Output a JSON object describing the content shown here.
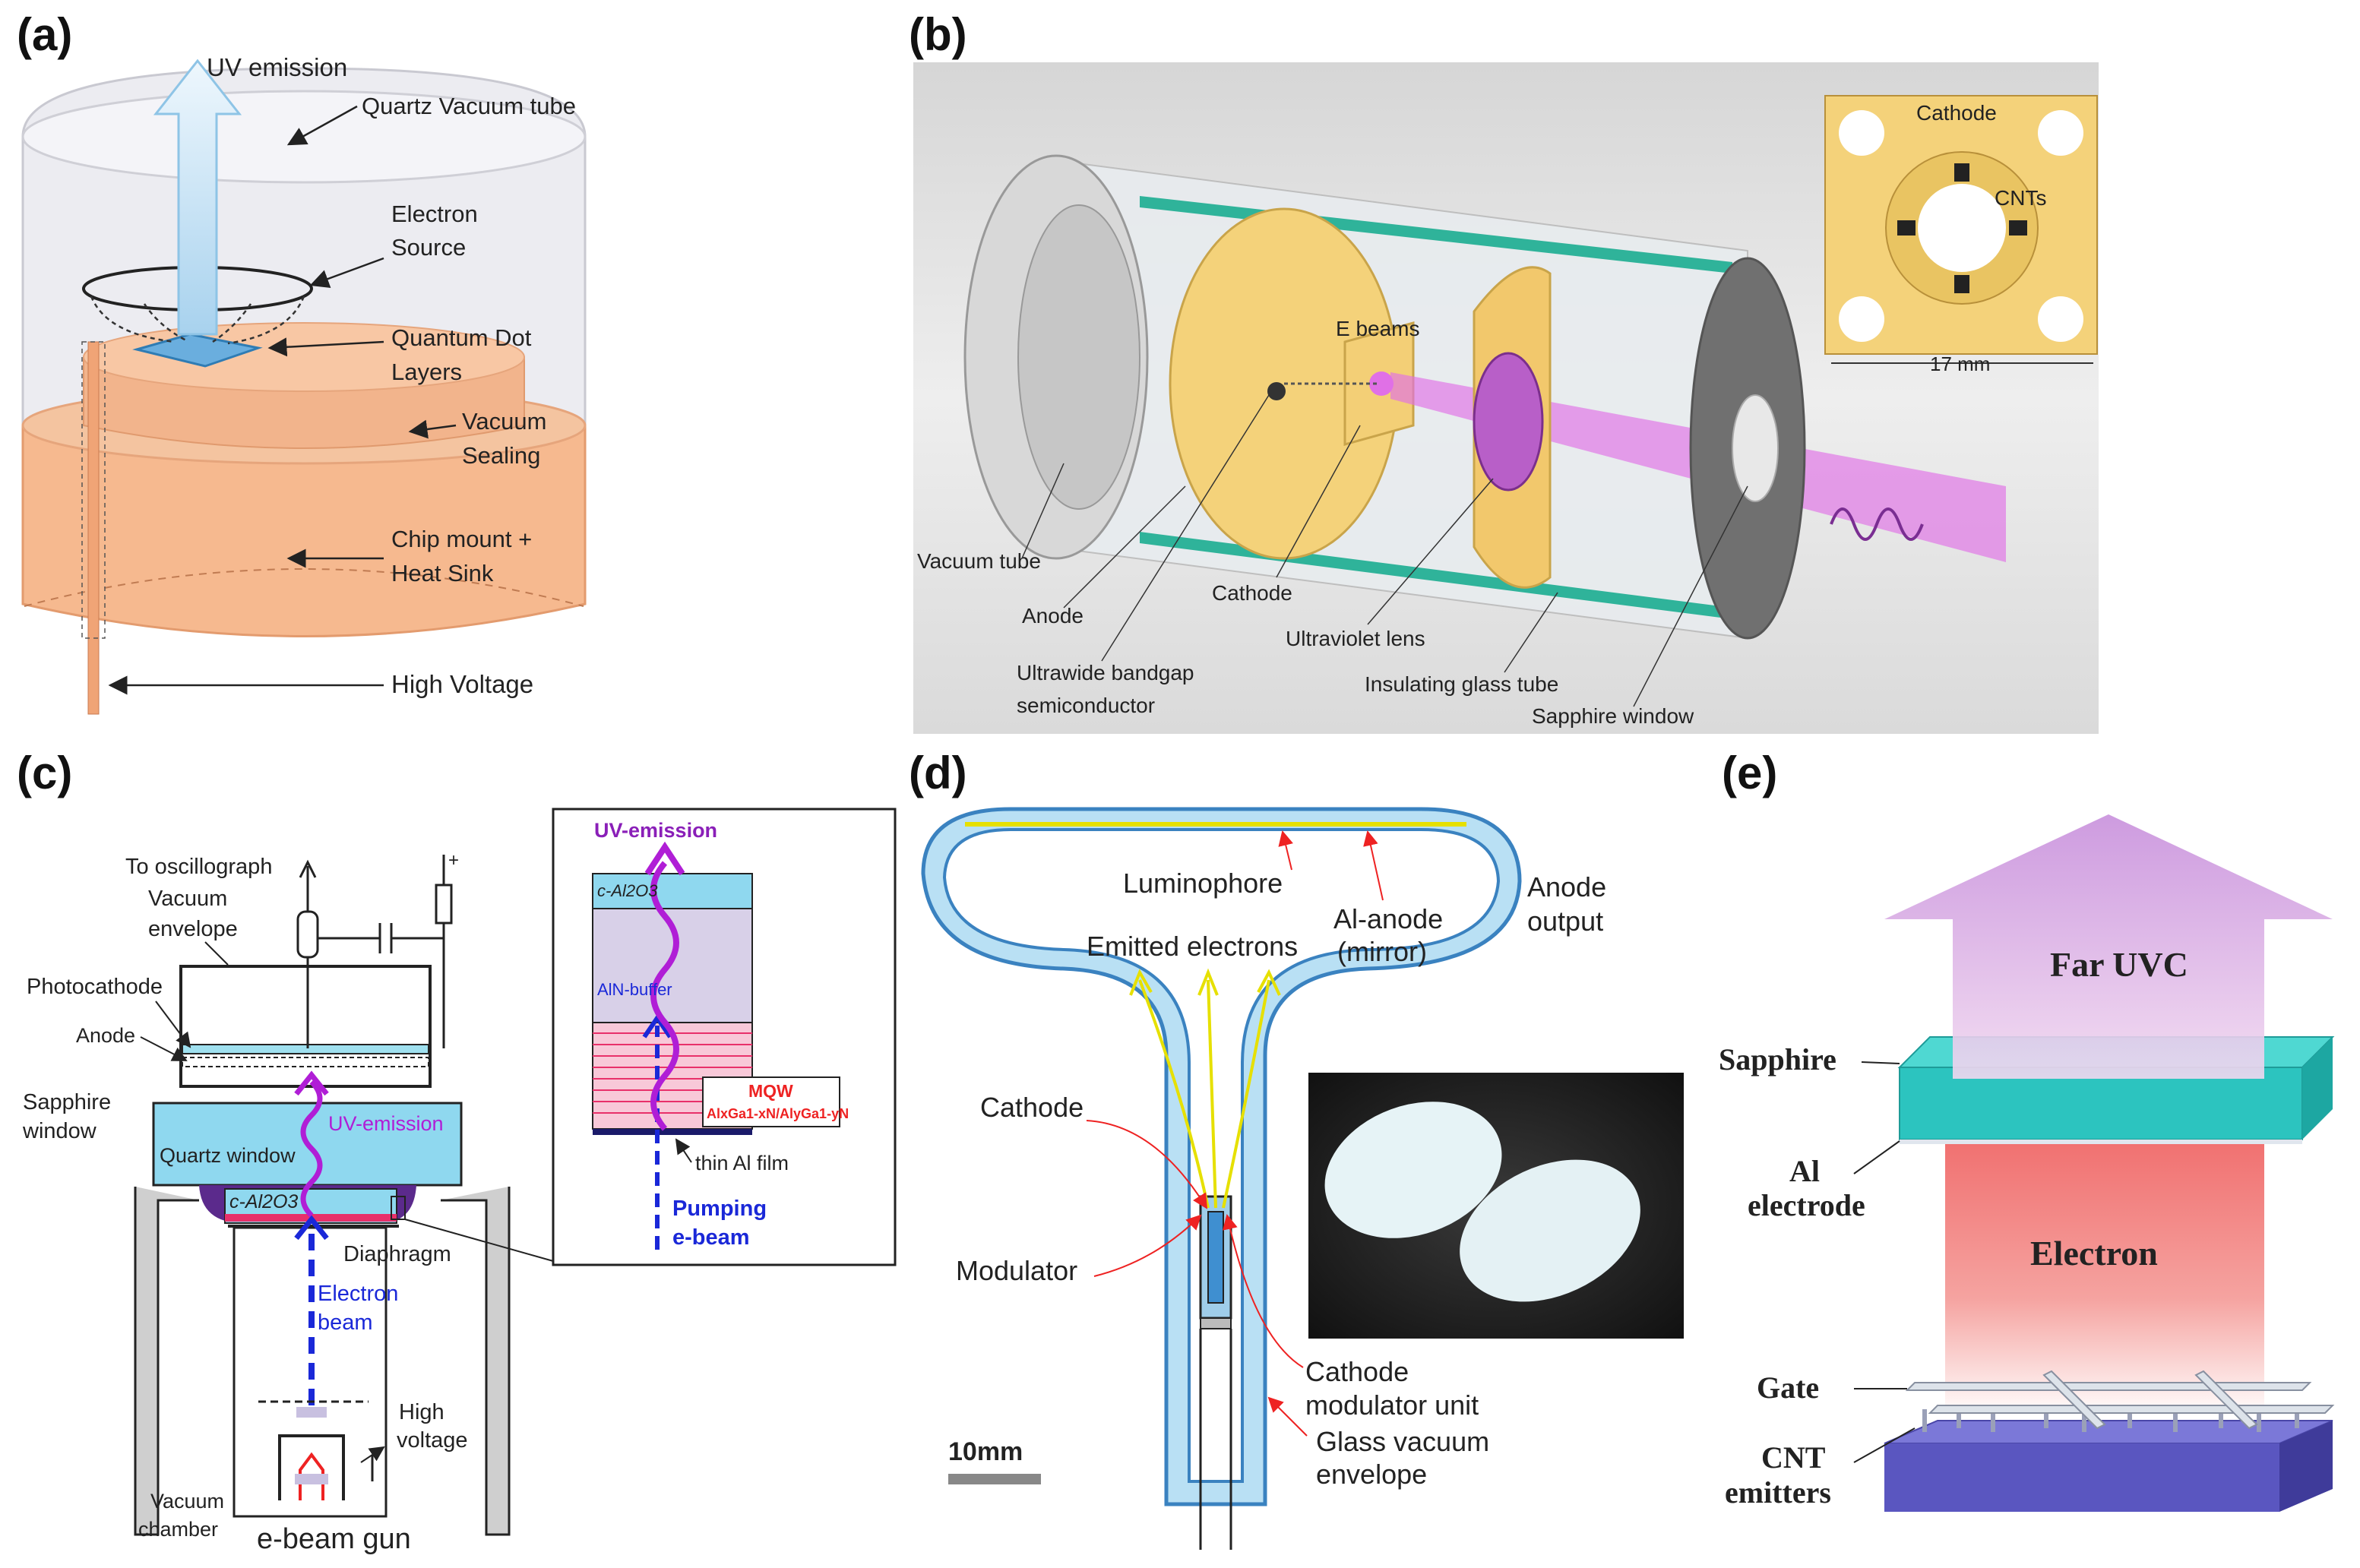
{
  "panels": {
    "a": {
      "tag": "(a)",
      "labels": {
        "uv_emission": "UV emission",
        "quartz_tube": "Quartz Vacuum tube",
        "electron_l1": "Electron",
        "electron_l2": "Source",
        "qd_l1": "Quantum Dot",
        "qd_l2": "Layers",
        "vacuum_l1": "Vacuum",
        "vacuum_l2": "Sealing",
        "chip_l1": "Chip mount +",
        "chip_l2": "Heat Sink",
        "high_voltage": "High Voltage"
      },
      "colors": {
        "base": "#f6b98f",
        "glass": "#e6e6ec",
        "chip": "#6aaede",
        "arrow": "#cfe6f5"
      }
    },
    "b": {
      "tag": "(b)",
      "labels": {
        "e_beams": "E beams",
        "vacuum_tube": "Vacuum tube",
        "anode": "Anode",
        "cathode": "Cathode",
        "uwbg_l1": "Ultrawide bandgap",
        "uwbg_l2": "semiconductor",
        "uv_lens": "Ultraviolet lens",
        "glass_tube": "Insulating glass tube",
        "sapphire": "Sapphire window",
        "inset_cathode": "Cathode",
        "inset_cnts": "CNTs",
        "inset_size": "17 mm"
      },
      "colors": {
        "gold": "#f4d27a",
        "beam": "#e070e6",
        "rod": "#2fb39a"
      }
    },
    "c": {
      "tag": "(c)",
      "labels": {
        "oscillograph": "To oscillograph",
        "vacuum_env_l1": "Vacuum",
        "vacuum_env_l2": "envelope",
        "photocathode": "Photocathode",
        "anode": "Anode",
        "sapphire_l1": "Sapphire",
        "sapphire_l2": "window",
        "quartz": "Quartz window",
        "uv_emission": "UV-emission",
        "c_al2o3": "c-Al2O3",
        "diaphragm": "Diaphragm",
        "ebeam_l1": "Electron",
        "ebeam_l2": "beam",
        "hv_l1": "High",
        "hv_l2": "voltage",
        "chamber_l1": "Vacuum",
        "chamber_l2": "chamber",
        "gun": "e-beam gun",
        "inset_uv": "UV-emission",
        "inset_sub": "c-Al2O3",
        "inset_buffer": "AlN-buffer",
        "mqw_l1": "MQW",
        "mqw_l2": "AlxGa1-xN/AlyGa1-yN",
        "thin_al": "thin Al film",
        "pump_l1": "Pumping",
        "pump_l2": "e-beam",
        "plus": "+"
      },
      "colors": {
        "blue": "#8fd8ef",
        "uv": "#b01ed6",
        "beam": "#1a28d8",
        "mqw": "#e8306a"
      }
    },
    "d": {
      "tag": "(d)",
      "labels": {
        "luminophore": "Luminophore",
        "al_anode_l1": "Al-anode",
        "al_anode_l2": "(mirror)",
        "anode_out_l1": "Anode",
        "anode_out_l2": "output",
        "emitted": "Emitted electrons",
        "cathode": "Cathode",
        "modulator": "Modulator",
        "cmu_l1": "Cathode",
        "cmu_l2": "modulator unit",
        "glass_l1": "Glass vacuum",
        "glass_l2": "envelope",
        "scale": "10mm"
      },
      "colors": {
        "glass": "#b9e0f4",
        "electrons": "#e6e000"
      }
    },
    "e": {
      "tag": "(e)",
      "labels": {
        "far_uvc": "Far UVC",
        "sapphire": "Sapphire",
        "al_l1": "Al",
        "al_l2": "electrode",
        "electron": "Electron",
        "gate": "Gate",
        "cnt_l1": "CNT",
        "cnt_l2": "emitters"
      },
      "colors": {
        "arrow": "#c89ad8",
        "sapphire": "#2cc4bf",
        "electron": "#f07a78",
        "base": "#5a56c0"
      }
    }
  }
}
